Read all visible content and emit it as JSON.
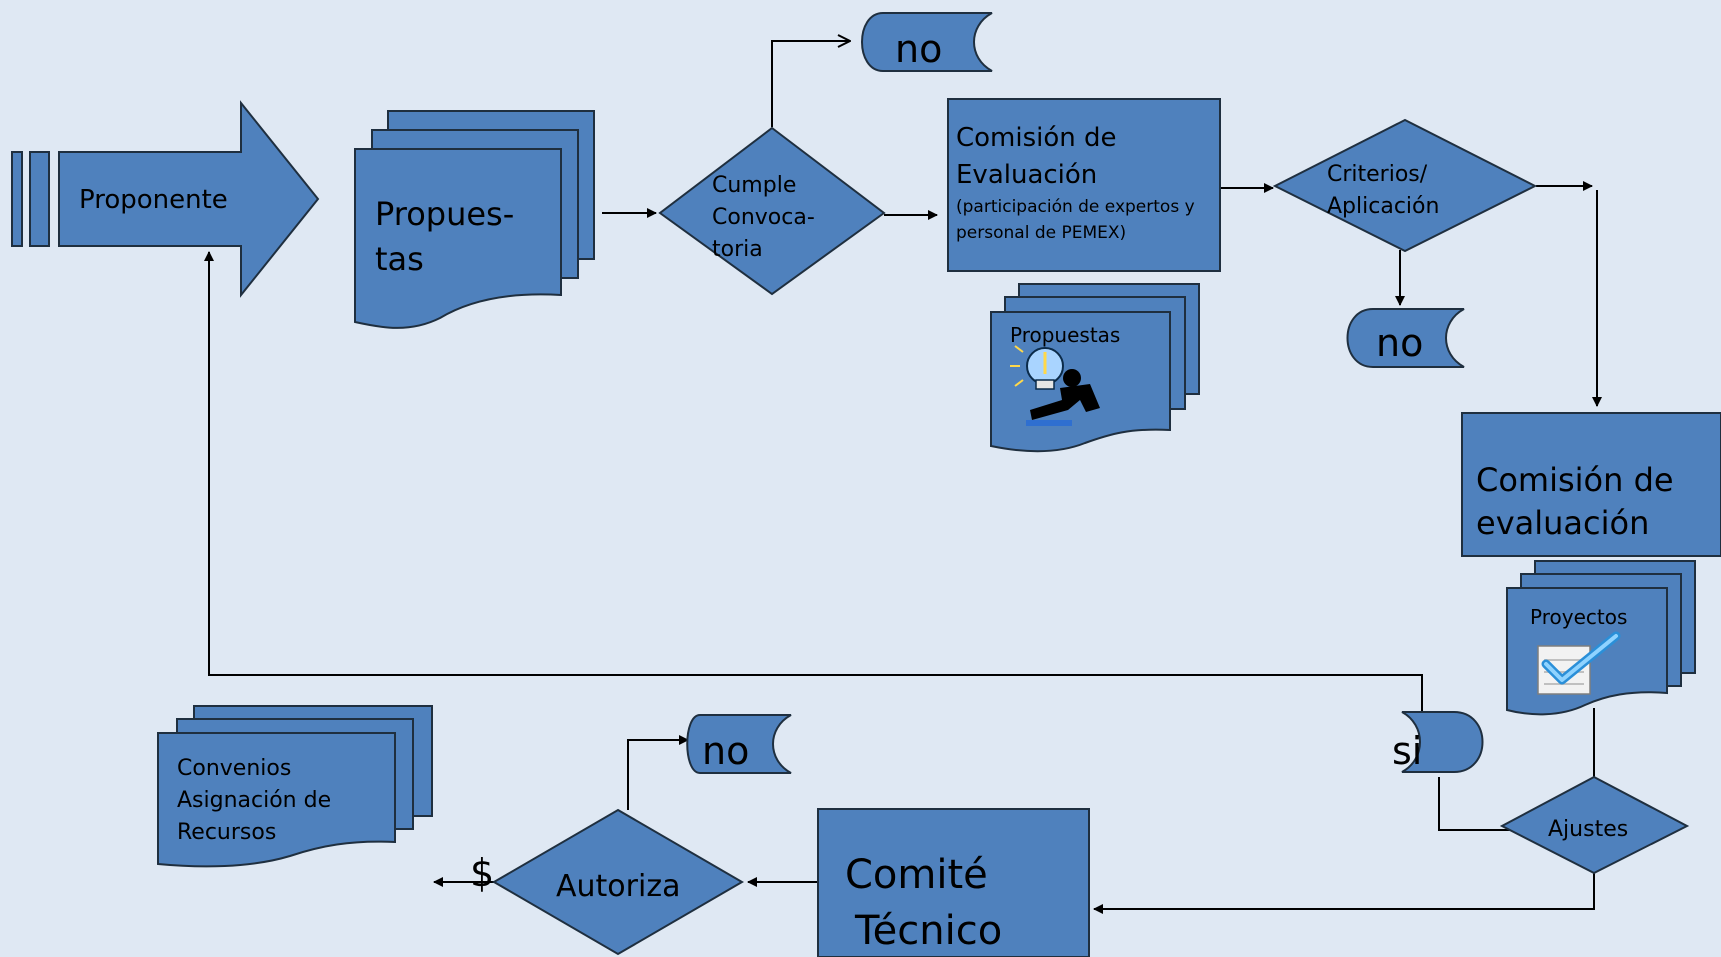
{
  "nodes": {
    "proponente": "Proponente",
    "propuestas_1": "Propues-",
    "propuestas_2": "tas",
    "cumple_1": "Cumple",
    "cumple_2": "Convoca-",
    "cumple_3": "toria",
    "comision1_1": "Comisión de",
    "comision1_2": "Evaluación",
    "comision1_3": "(participación de expertos y",
    "comision1_4": "personal de PEMEX)",
    "criterios_1": "Criterios/",
    "criterios_2": "Aplicación",
    "propuestas_doc": "Propuestas",
    "comision2_1": "Comisión de",
    "comision2_2": "evaluación",
    "proyectos": "Proyectos",
    "ajustes": "Ajustes",
    "comite_1": "Comité",
    "comite_2": "Técnico",
    "autoriza": "Autoriza",
    "dollar": "$",
    "convenios_1": "Convenios",
    "convenios_2": "Asignación de",
    "convenios_3": "Recursos",
    "no_top": "no",
    "no_mid": "no",
    "no_bottom": "no",
    "si": "si"
  },
  "colors": {
    "background": "#dfe8f3",
    "shape_fill": "#4f81bd",
    "shape_stroke": "#1f2f3f",
    "line": "#000000"
  },
  "icons": [
    "lightbulb-person-icon",
    "checkmark-document-icon"
  ]
}
